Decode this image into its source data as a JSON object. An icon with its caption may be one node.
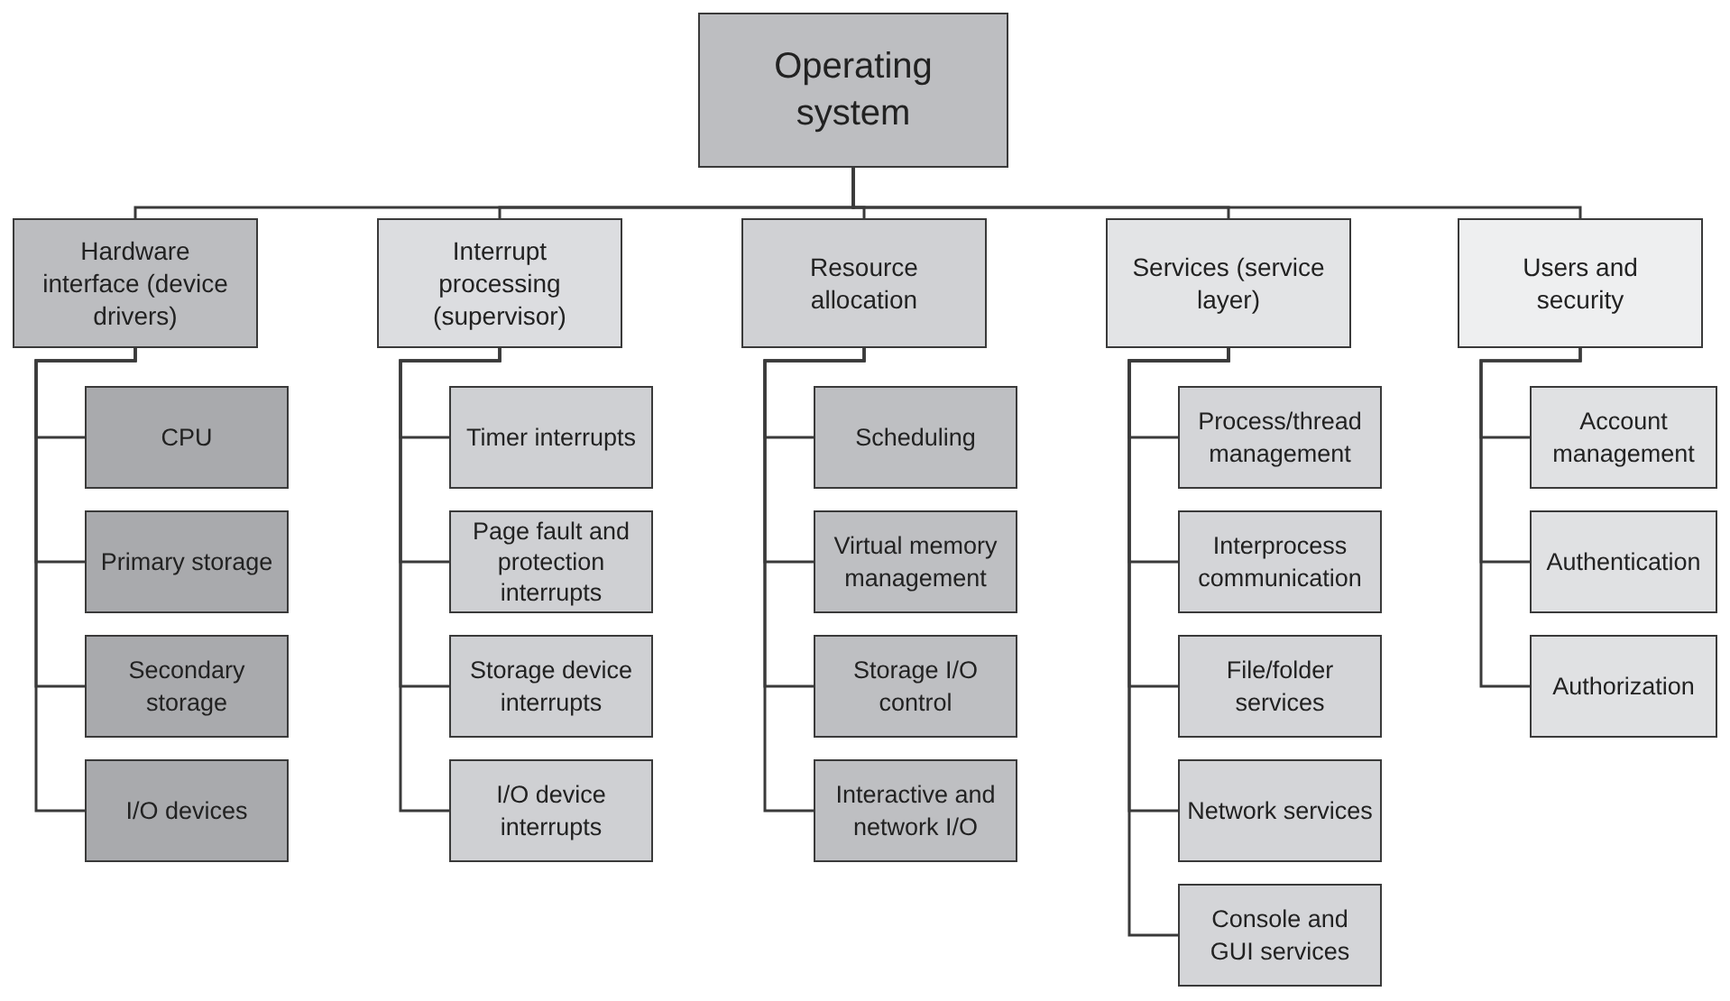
{
  "diagram": {
    "nodes": [
      {
        "text": [
          "Operating system"
        ]
      },
      {
        "text": [
          "Hardware interface (device drivers)"
        ]
      },
      {
        "text": [
          "CPU"
        ]
      },
      {
        "text": [
          "Primary storage"
        ]
      },
      {
        "text": [
          "Secondary storage"
        ]
      },
      {
        "text": [
          "I/O devices"
        ]
      },
      {
        "text": [
          "Interrupt processing (supervisor)"
        ]
      },
      {
        "text": [
          "Timer interrupts"
        ]
      },
      {
        "text": [
          "Page fault and protection interrupts"
        ]
      },
      {
        "text": [
          "Storage device interrupts"
        ]
      },
      {
        "text": [
          "I/O device interrupts"
        ]
      },
      {
        "text": [
          "Resource allocation"
        ]
      },
      {
        "text": [
          "Scheduling"
        ]
      },
      {
        "text": [
          "Virtual memory management"
        ]
      },
      {
        "text": [
          "Storage I/O control"
        ]
      },
      {
        "text": [
          "Interactive and network I/O"
        ]
      },
      {
        "text": [
          "Services (service layer)"
        ]
      },
      {
        "text": [
          "Process/thread management"
        ]
      },
      {
        "text": [
          "Interprocess communication"
        ]
      },
      {
        "text": [
          "File/folder services"
        ]
      },
      {
        "text": [
          "Network services"
        ]
      },
      {
        "text": [
          "Console and GUI services"
        ]
      },
      {
        "text": [
          "Users and security"
        ]
      },
      {
        "text": [
          "Account management"
        ]
      },
      {
        "text": [
          "Authentication"
        ]
      },
      {
        "text": [
          "Authorization"
        ]
      }
    ],
    "edges": [
      {
        "from": 0,
        "to": 1,
        "arrow": "none"
      },
      {
        "from": 0,
        "to": 6,
        "arrow": "none"
      },
      {
        "from": 0,
        "to": 11,
        "arrow": "none"
      },
      {
        "from": 0,
        "to": 16,
        "arrow": "none"
      },
      {
        "from": 0,
        "to": 22,
        "arrow": "none"
      },
      {
        "from": 1,
        "to": 2,
        "arrow": "none"
      },
      {
        "from": 1,
        "to": 3,
        "arrow": "none"
      },
      {
        "from": 1,
        "to": 4,
        "arrow": "none"
      },
      {
        "from": 1,
        "to": 5,
        "arrow": "none"
      },
      {
        "from": 6,
        "to": 7,
        "arrow": "none"
      },
      {
        "from": 6,
        "to": 8,
        "arrow": "none"
      },
      {
        "from": 6,
        "to": 9,
        "arrow": "none"
      },
      {
        "from": 6,
        "to": 10,
        "arrow": "none"
      },
      {
        "from": 11,
        "to": 12,
        "arrow": "none"
      },
      {
        "from": 11,
        "to": 13,
        "arrow": "none"
      },
      {
        "from": 11,
        "to": 14,
        "arrow": "none"
      },
      {
        "from": 11,
        "to": 15,
        "arrow": "none"
      },
      {
        "from": 16,
        "to": 17,
        "arrow": "none"
      },
      {
        "from": 16,
        "to": 18,
        "arrow": "none"
      },
      {
        "from": 16,
        "to": 19,
        "arrow": "none"
      },
      {
        "from": 16,
        "to": 20,
        "arrow": "none"
      },
      {
        "from": 16,
        "to": 21,
        "arrow": "none"
      },
      {
        "from": 22,
        "to": 23,
        "arrow": "none"
      },
      {
        "from": 22,
        "to": 24,
        "arrow": "none"
      },
      {
        "from": 22,
        "to": 25,
        "arrow": "none"
      }
    ]
  }
}
